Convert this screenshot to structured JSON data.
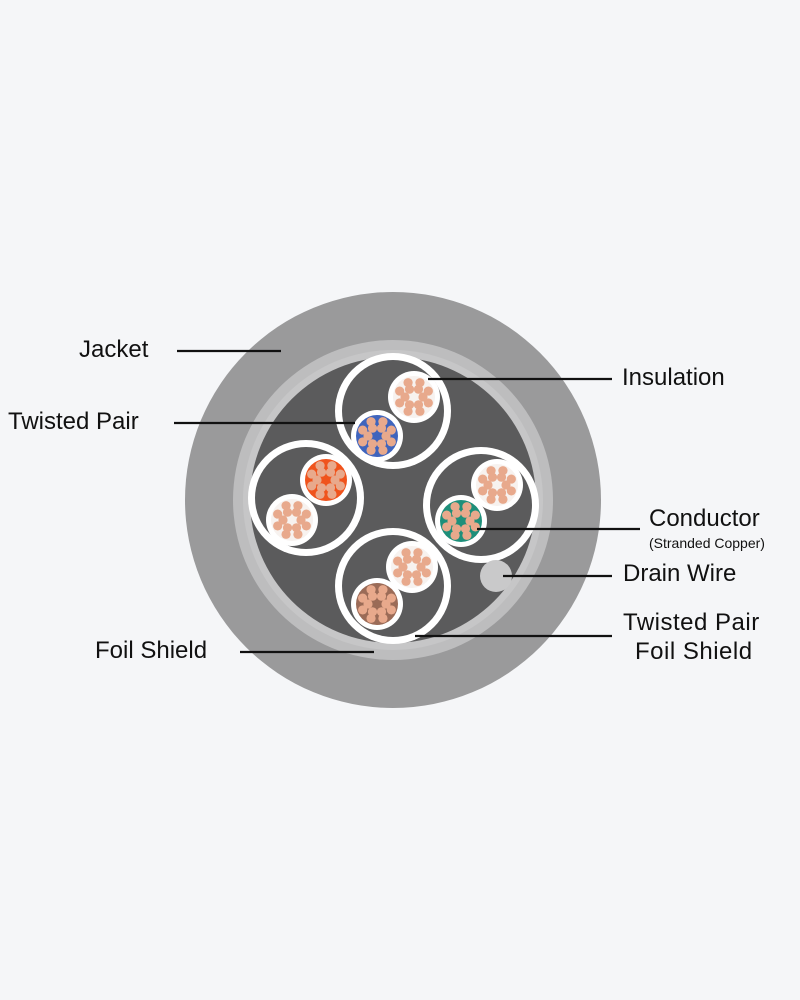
{
  "labels": {
    "jacket": "Jacket",
    "twisted_pair": "Twisted Pair",
    "foil_shield": "Foil Shield",
    "insulation": "Insulation",
    "conductor": "Conductor",
    "conductor_sub": "(Stranded Copper)",
    "drain_wire": "Drain Wire",
    "twisted_pair_foil_line1": "Twisted Pair",
    "twisted_pair_foil_line2": "Foil Shield"
  },
  "colors": {
    "jacket": "#9a9a9b",
    "jacket_inner_ring": "#bdbdbe",
    "foil_shield": "#b8b8b9",
    "core": "#5b5b5c",
    "pair_shield": "#ffffff",
    "insulation": "#ffffff",
    "strand": "#e8a98c",
    "drain_wire": "#c9c9ca",
    "wire_blue": "#3f64bd",
    "wire_orange": "#f0531c",
    "wire_green": "#1e8f7a",
    "wire_brown": "#9b6b57",
    "wire_white": "#f7f2ef"
  },
  "pairs": [
    {
      "name": "blue-pair",
      "colors": [
        "wire_white",
        "wire_blue"
      ]
    },
    {
      "name": "orange-pair",
      "colors": [
        "wire_orange",
        "wire_white"
      ]
    },
    {
      "name": "green-pair",
      "colors": [
        "wire_white",
        "wire_green"
      ]
    },
    {
      "name": "brown-pair",
      "colors": [
        "wire_white",
        "wire_brown"
      ]
    }
  ]
}
